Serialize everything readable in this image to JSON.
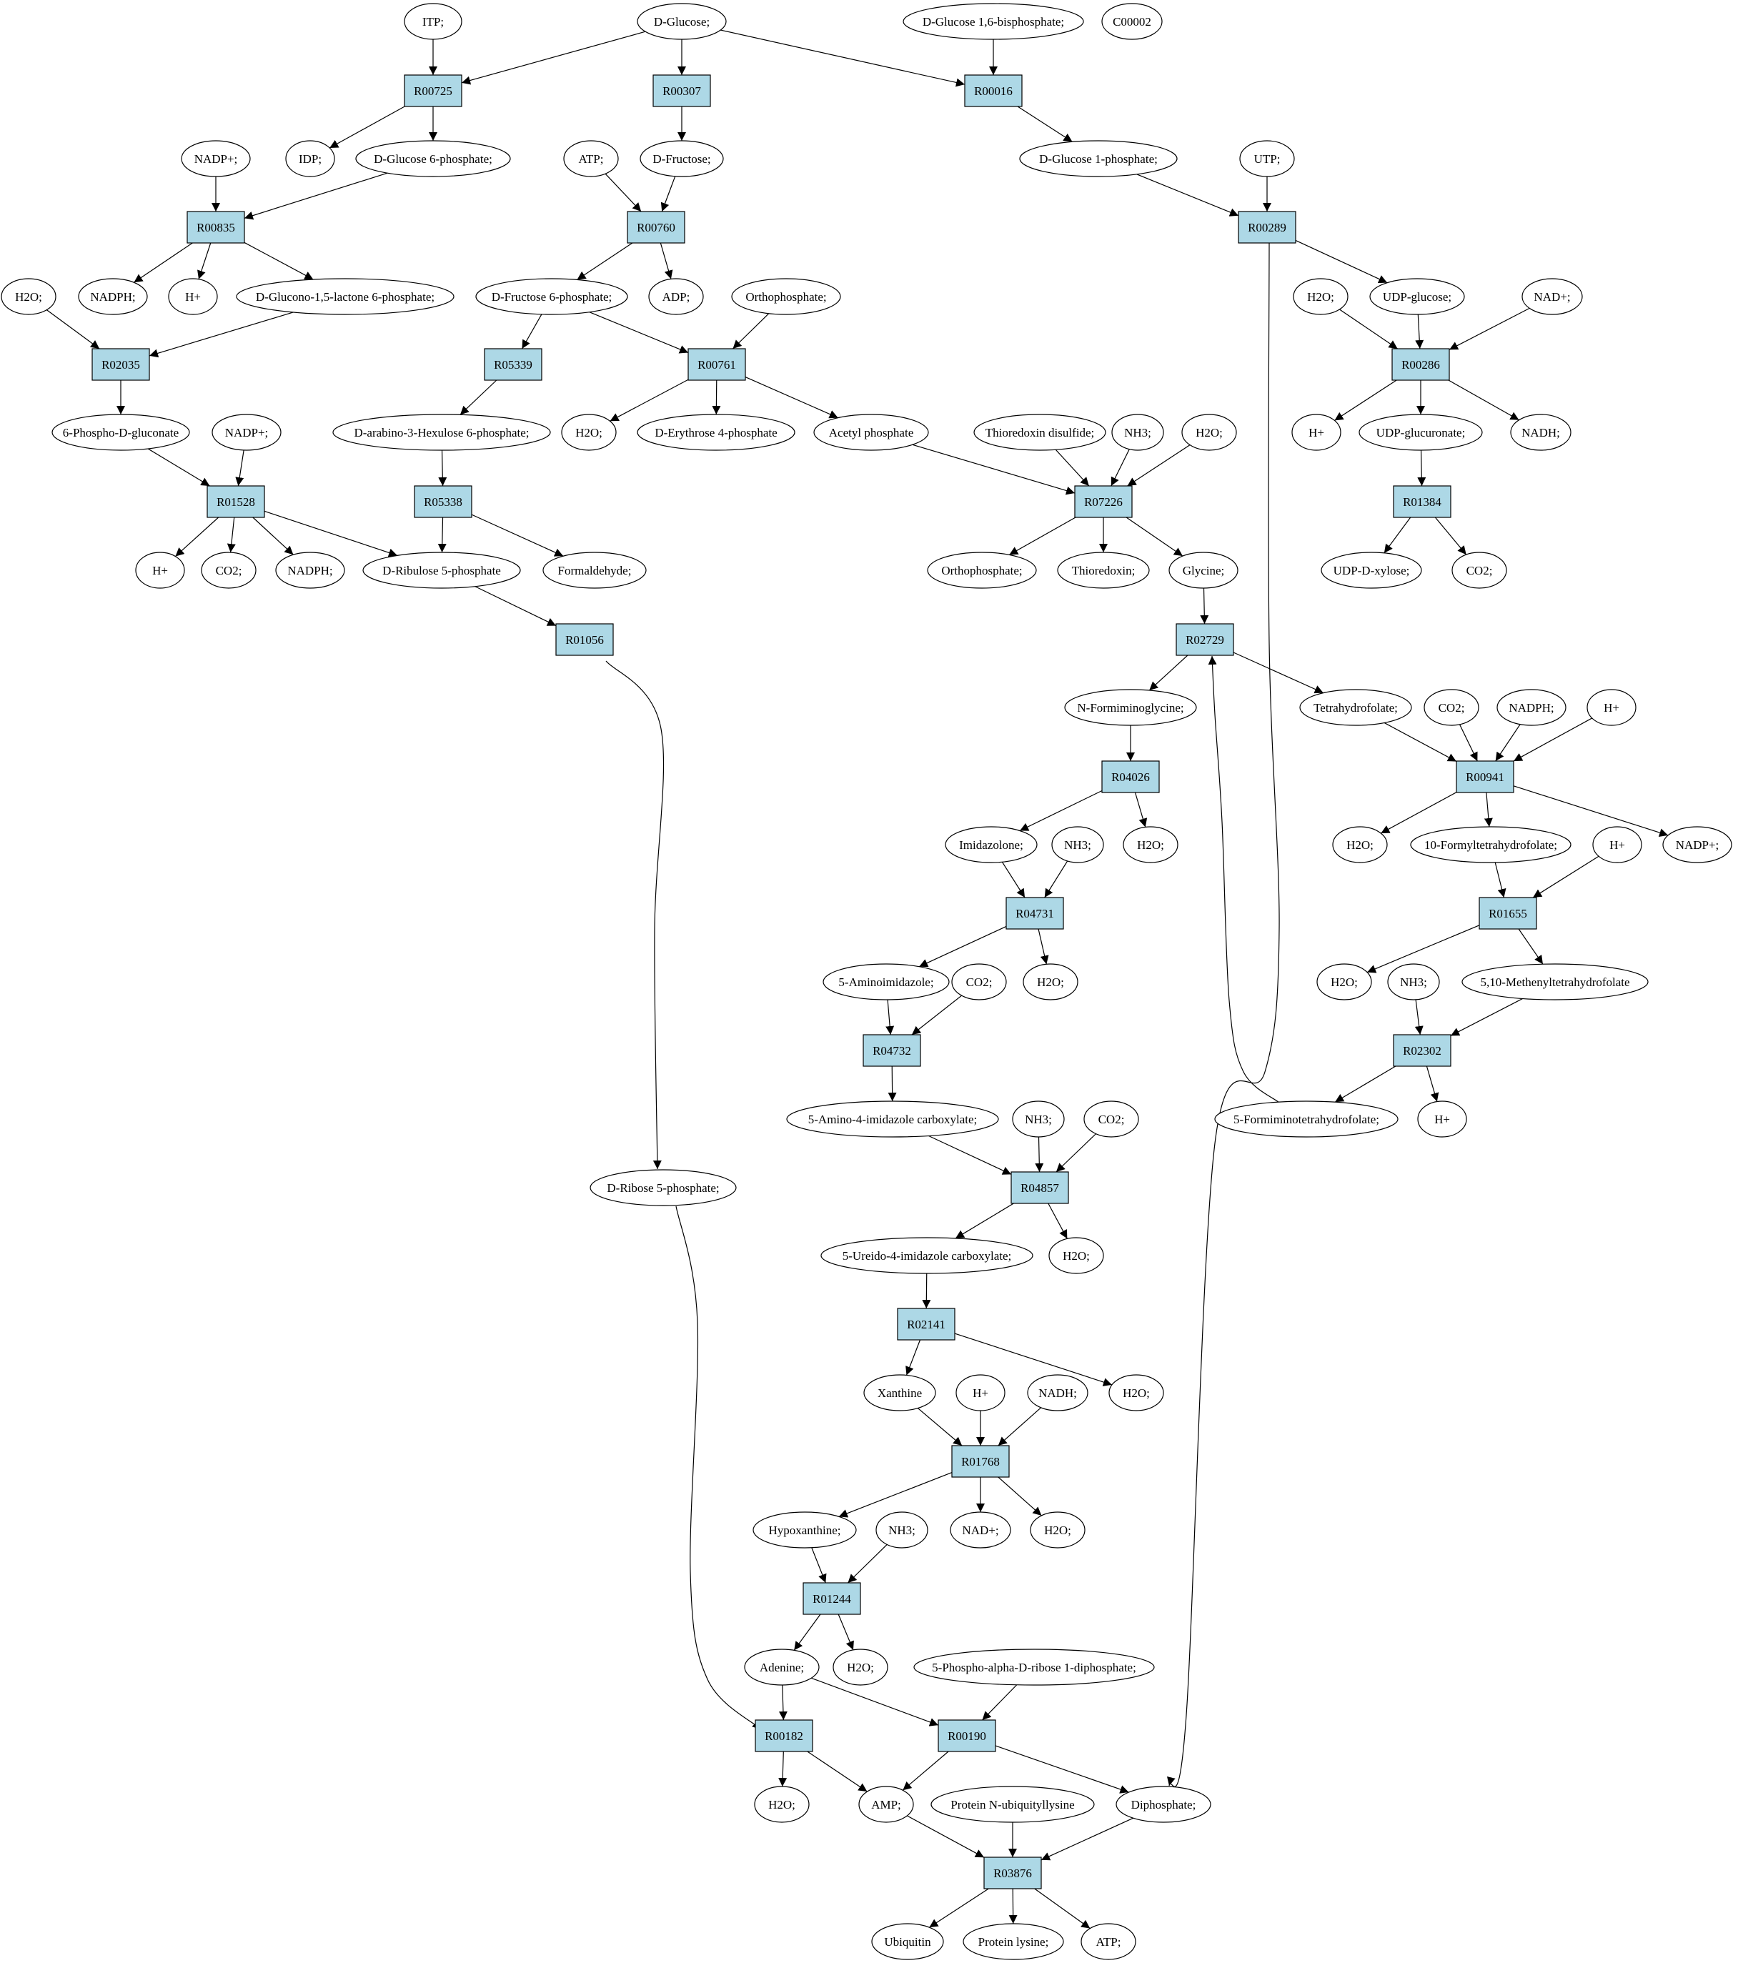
{
  "colors": {
    "start": "#00ff00",
    "highlight": "#ffff00",
    "reaction": "#add8e6",
    "compound": "#ffffff",
    "stroke": "#000000"
  },
  "nodes": [
    {
      "id": "itp",
      "label": "ITP;",
      "kind": "compound"
    },
    {
      "id": "dglc",
      "label": "D-Glucose;",
      "kind": "start"
    },
    {
      "id": "g16bp",
      "label": "D-Glucose 1,6-bisphosphate;",
      "kind": "compound"
    },
    {
      "id": "c00002",
      "label": "C00002",
      "kind": "highlight"
    },
    {
      "id": "R00725",
      "label": "R00725",
      "kind": "reaction"
    },
    {
      "id": "R00307",
      "label": "R00307",
      "kind": "reaction"
    },
    {
      "id": "R00016",
      "label": "R00016",
      "kind": "reaction"
    },
    {
      "id": "nadp1",
      "label": "NADP+;",
      "kind": "compound"
    },
    {
      "id": "idp",
      "label": "IDP;",
      "kind": "compound"
    },
    {
      "id": "g6p",
      "label": "D-Glucose 6-phosphate;",
      "kind": "compound"
    },
    {
      "id": "atp1",
      "label": "ATP;",
      "kind": "compound"
    },
    {
      "id": "dfru",
      "label": "D-Fructose;",
      "kind": "compound"
    },
    {
      "id": "g1p",
      "label": "D-Glucose 1-phosphate;",
      "kind": "compound"
    },
    {
      "id": "utp",
      "label": "UTP;",
      "kind": "compound"
    },
    {
      "id": "R00835",
      "label": "R00835",
      "kind": "reaction"
    },
    {
      "id": "R00760",
      "label": "R00760",
      "kind": "reaction"
    },
    {
      "id": "R00289",
      "label": "R00289",
      "kind": "reaction"
    },
    {
      "id": "h2o1",
      "label": "H2O;",
      "kind": "compound"
    },
    {
      "id": "nadph1",
      "label": "NADPH;",
      "kind": "compound"
    },
    {
      "id": "hp1",
      "label": "H+",
      "kind": "compound"
    },
    {
      "id": "glac",
      "label": "D-Glucono-1,5-lactone 6-phosphate;",
      "kind": "compound"
    },
    {
      "id": "f6p",
      "label": "D-Fructose 6-phosphate;",
      "kind": "compound"
    },
    {
      "id": "adp",
      "label": "ADP;",
      "kind": "compound"
    },
    {
      "id": "pi1",
      "label": "Orthophosphate;",
      "kind": "compound"
    },
    {
      "id": "h2o2",
      "label": "H2O;",
      "kind": "compound"
    },
    {
      "id": "udpglc",
      "label": "UDP-glucose;",
      "kind": "compound"
    },
    {
      "id": "nad1",
      "label": "NAD+;",
      "kind": "compound"
    },
    {
      "id": "R02035",
      "label": "R02035",
      "kind": "reaction"
    },
    {
      "id": "R05339",
      "label": "R05339",
      "kind": "reaction"
    },
    {
      "id": "R00761",
      "label": "R00761",
      "kind": "reaction"
    },
    {
      "id": "R00286",
      "label": "R00286",
      "kind": "reaction"
    },
    {
      "id": "pgluc",
      "label": "6-Phospho-D-gluconate",
      "kind": "compound"
    },
    {
      "id": "nadp2",
      "label": "NADP+;",
      "kind": "compound"
    },
    {
      "id": "ah6p",
      "label": "D-arabino-3-Hexulose 6-phosphate;",
      "kind": "compound"
    },
    {
      "id": "h2o3",
      "label": "H2O;",
      "kind": "compound"
    },
    {
      "id": "e4p",
      "label": "D-Erythrose 4-phosphate",
      "kind": "compound"
    },
    {
      "id": "acp",
      "label": "Acetyl phosphate",
      "kind": "compound"
    },
    {
      "id": "thiods",
      "label": "Thioredoxin disulfide;",
      "kind": "compound"
    },
    {
      "id": "nh3a",
      "label": "NH3;",
      "kind": "compound"
    },
    {
      "id": "h2o4",
      "label": "H2O;",
      "kind": "compound"
    },
    {
      "id": "hp2",
      "label": "H+",
      "kind": "compound"
    },
    {
      "id": "udpgla",
      "label": "UDP-glucuronate;",
      "kind": "compound"
    },
    {
      "id": "nadh1",
      "label": "NADH;",
      "kind": "compound"
    },
    {
      "id": "R01528",
      "label": "R01528",
      "kind": "reaction"
    },
    {
      "id": "R05338",
      "label": "R05338",
      "kind": "reaction"
    },
    {
      "id": "R07226",
      "label": "R07226",
      "kind": "reaction"
    },
    {
      "id": "R01384",
      "label": "R01384",
      "kind": "reaction"
    },
    {
      "id": "hp3",
      "label": "H+",
      "kind": "compound"
    },
    {
      "id": "co2a",
      "label": "CO2;",
      "kind": "compound"
    },
    {
      "id": "nadph2",
      "label": "NADPH;",
      "kind": "compound"
    },
    {
      "id": "ru5p",
      "label": "D-Ribulose 5-phosphate",
      "kind": "compound"
    },
    {
      "id": "hcho",
      "label": "Formaldehyde;",
      "kind": "compound"
    },
    {
      "id": "pi2",
      "label": "Orthophosphate;",
      "kind": "compound"
    },
    {
      "id": "thio",
      "label": "Thioredoxin;",
      "kind": "compound"
    },
    {
      "id": "gly",
      "label": "Glycine;",
      "kind": "compound"
    },
    {
      "id": "udpxyl",
      "label": "UDP-D-xylose;",
      "kind": "compound"
    },
    {
      "id": "co2b",
      "label": "CO2;",
      "kind": "compound"
    },
    {
      "id": "R01056",
      "label": "R01056",
      "kind": "reaction"
    },
    {
      "id": "R02729",
      "label": "R02729",
      "kind": "reaction"
    },
    {
      "id": "nfgly",
      "label": "N-Formiminoglycine;",
      "kind": "compound"
    },
    {
      "id": "thf",
      "label": "Tetrahydrofolate;",
      "kind": "compound"
    },
    {
      "id": "co2c",
      "label": "CO2;",
      "kind": "compound"
    },
    {
      "id": "nadph3",
      "label": "NADPH;",
      "kind": "compound"
    },
    {
      "id": "hp4",
      "label": "H+",
      "kind": "compound"
    },
    {
      "id": "R04026",
      "label": "R04026",
      "kind": "reaction"
    },
    {
      "id": "R00941",
      "label": "R00941",
      "kind": "reaction"
    },
    {
      "id": "imz",
      "label": "Imidazolone;",
      "kind": "compound"
    },
    {
      "id": "nh3b",
      "label": "NH3;",
      "kind": "compound"
    },
    {
      "id": "h2o5",
      "label": "H2O;",
      "kind": "compound"
    },
    {
      "id": "h2o6",
      "label": "H2O;",
      "kind": "compound"
    },
    {
      "id": "fthf",
      "label": "10-Formyltetrahydrofolate;",
      "kind": "compound"
    },
    {
      "id": "hp5",
      "label": "H+",
      "kind": "compound"
    },
    {
      "id": "nadp3",
      "label": "NADP+;",
      "kind": "compound"
    },
    {
      "id": "R04731",
      "label": "R04731",
      "kind": "reaction"
    },
    {
      "id": "R01655",
      "label": "R01655",
      "kind": "reaction"
    },
    {
      "id": "aimz",
      "label": "5-Aminoimidazole;",
      "kind": "compound"
    },
    {
      "id": "co2d",
      "label": "CO2;",
      "kind": "compound"
    },
    {
      "id": "h2o7",
      "label": "H2O;",
      "kind": "compound"
    },
    {
      "id": "h2o8",
      "label": "H2O;",
      "kind": "compound"
    },
    {
      "id": "nh3c",
      "label": "NH3;",
      "kind": "compound"
    },
    {
      "id": "mthf",
      "label": "5,10-Methenyltetrahydrofolate",
      "kind": "compound"
    },
    {
      "id": "R04732",
      "label": "R04732",
      "kind": "reaction"
    },
    {
      "id": "R02302",
      "label": "R02302",
      "kind": "reaction"
    },
    {
      "id": "aica",
      "label": "5-Amino-4-imidazole carboxylate;",
      "kind": "compound"
    },
    {
      "id": "nh3d",
      "label": "NH3;",
      "kind": "compound"
    },
    {
      "id": "co2e",
      "label": "CO2;",
      "kind": "compound"
    },
    {
      "id": "fithf",
      "label": "5-Formiminotetrahydrofolate;",
      "kind": "compound"
    },
    {
      "id": "hp6",
      "label": "H+",
      "kind": "compound"
    },
    {
      "id": "r5p",
      "label": "D-Ribose 5-phosphate;",
      "kind": "compound"
    },
    {
      "id": "R04857",
      "label": "R04857",
      "kind": "reaction"
    },
    {
      "id": "uica",
      "label": "5-Ureido-4-imidazole carboxylate;",
      "kind": "compound"
    },
    {
      "id": "h2o9",
      "label": "H2O;",
      "kind": "compound"
    },
    {
      "id": "R02141",
      "label": "R02141",
      "kind": "reaction"
    },
    {
      "id": "xan",
      "label": "Xanthine",
      "kind": "compound"
    },
    {
      "id": "hp7",
      "label": "H+",
      "kind": "compound"
    },
    {
      "id": "nadh2",
      "label": "NADH;",
      "kind": "compound"
    },
    {
      "id": "h2o10",
      "label": "H2O;",
      "kind": "compound"
    },
    {
      "id": "R01768",
      "label": "R01768",
      "kind": "reaction"
    },
    {
      "id": "hypx",
      "label": "Hypoxanthine;",
      "kind": "compound"
    },
    {
      "id": "nh3e",
      "label": "NH3;",
      "kind": "compound"
    },
    {
      "id": "nad2",
      "label": "NAD+;",
      "kind": "compound"
    },
    {
      "id": "h2o11",
      "label": "H2O;",
      "kind": "compound"
    },
    {
      "id": "R01244",
      "label": "R01244",
      "kind": "reaction"
    },
    {
      "id": "ade",
      "label": "Adenine;",
      "kind": "compound"
    },
    {
      "id": "h2o12",
      "label": "H2O;",
      "kind": "compound"
    },
    {
      "id": "prpp",
      "label": "5-Phospho-alpha-D-ribose 1-diphosphate;",
      "kind": "compound"
    },
    {
      "id": "R00182",
      "label": "R00182",
      "kind": "reaction"
    },
    {
      "id": "R00190",
      "label": "R00190",
      "kind": "reaction"
    },
    {
      "id": "h2o13",
      "label": "H2O;",
      "kind": "compound"
    },
    {
      "id": "amp",
      "label": "AMP;",
      "kind": "compound"
    },
    {
      "id": "pnubl",
      "label": "Protein N-ubiquityllysine",
      "kind": "compound"
    },
    {
      "id": "ppi",
      "label": "Diphosphate;",
      "kind": "compound"
    },
    {
      "id": "R03876",
      "label": "R03876",
      "kind": "reaction"
    },
    {
      "id": "ubq",
      "label": "Ubiquitin",
      "kind": "compound"
    },
    {
      "id": "plys",
      "label": "Protein lysine;",
      "kind": "compound"
    },
    {
      "id": "atp2",
      "label": "ATP;",
      "kind": "compound"
    }
  ],
  "edges": [
    [
      "itp",
      "R00725"
    ],
    [
      "dglc",
      "R00725"
    ],
    [
      "dglc",
      "R00307"
    ],
    [
      "dglc",
      "R00016"
    ],
    [
      "g16bp",
      "R00016"
    ],
    [
      "R00725",
      "idp"
    ],
    [
      "R00725",
      "g6p"
    ],
    [
      "R00307",
      "dfru"
    ],
    [
      "R00016",
      "g1p"
    ],
    [
      "nadp1",
      "R00835"
    ],
    [
      "g6p",
      "R00835"
    ],
    [
      "atp1",
      "R00760"
    ],
    [
      "dfru",
      "R00760"
    ],
    [
      "g1p",
      "R00289"
    ],
    [
      "utp",
      "R00289"
    ],
    [
      "R00835",
      "nadph1"
    ],
    [
      "R00835",
      "hp1"
    ],
    [
      "R00835",
      "glac"
    ],
    [
      "R00760",
      "f6p"
    ],
    [
      "R00760",
      "adp"
    ],
    [
      "R00289",
      "udpglc"
    ],
    [
      "R00289",
      "ppi"
    ],
    [
      "h2o1",
      "R02035"
    ],
    [
      "glac",
      "R02035"
    ],
    [
      "f6p",
      "R05339"
    ],
    [
      "f6p",
      "R00761"
    ],
    [
      "pi1",
      "R00761"
    ],
    [
      "h2o2",
      "R00286"
    ],
    [
      "udpglc",
      "R00286"
    ],
    [
      "nad1",
      "R00286"
    ],
    [
      "R02035",
      "pgluc"
    ],
    [
      "R05339",
      "ah6p"
    ],
    [
      "R00761",
      "h2o3"
    ],
    [
      "R00761",
      "e4p"
    ],
    [
      "R00761",
      "acp"
    ],
    [
      "R00286",
      "hp2"
    ],
    [
      "R00286",
      "udpgla"
    ],
    [
      "R00286",
      "nadh1"
    ],
    [
      "pgluc",
      "R01528"
    ],
    [
      "nadp2",
      "R01528"
    ],
    [
      "ah6p",
      "R05338"
    ],
    [
      "acp",
      "R07226"
    ],
    [
      "thiods",
      "R07226"
    ],
    [
      "nh3a",
      "R07226"
    ],
    [
      "h2o4",
      "R07226"
    ],
    [
      "udpgla",
      "R01384"
    ],
    [
      "R01528",
      "hp3"
    ],
    [
      "R01528",
      "co2a"
    ],
    [
      "R01528",
      "nadph2"
    ],
    [
      "R01528",
      "ru5p"
    ],
    [
      "R05338",
      "ru5p"
    ],
    [
      "R05338",
      "hcho"
    ],
    [
      "R07226",
      "pi2"
    ],
    [
      "R07226",
      "thio"
    ],
    [
      "R07226",
      "gly"
    ],
    [
      "R01384",
      "udpxyl"
    ],
    [
      "R01384",
      "co2b"
    ],
    [
      "ru5p",
      "R01056"
    ],
    [
      "R01056",
      "r5p"
    ],
    [
      "gly",
      "R02729"
    ],
    [
      "fithf",
      "R02729"
    ],
    [
      "R02729",
      "nfgly"
    ],
    [
      "R02729",
      "thf"
    ],
    [
      "thf",
      "R00941"
    ],
    [
      "co2c",
      "R00941"
    ],
    [
      "nadph3",
      "R00941"
    ],
    [
      "hp4",
      "R00941"
    ],
    [
      "nfgly",
      "R04026"
    ],
    [
      "R04026",
      "imz"
    ],
    [
      "R04026",
      "h2o5"
    ],
    [
      "R00941",
      "h2o6"
    ],
    [
      "R00941",
      "fthf"
    ],
    [
      "R00941",
      "nadp3"
    ],
    [
      "imz",
      "R04731"
    ],
    [
      "nh3b",
      "R04731"
    ],
    [
      "fthf",
      "R01655"
    ],
    [
      "hp5",
      "R01655"
    ],
    [
      "R04731",
      "aimz"
    ],
    [
      "R04731",
      "h2o7"
    ],
    [
      "R01655",
      "h2o8"
    ],
    [
      "R01655",
      "mthf"
    ],
    [
      "aimz",
      "R04732"
    ],
    [
      "co2d",
      "R04732"
    ],
    [
      "nh3c",
      "R02302"
    ],
    [
      "mthf",
      "R02302"
    ],
    [
      "R04732",
      "aica"
    ],
    [
      "R02302",
      "fithf"
    ],
    [
      "R02302",
      "hp6"
    ],
    [
      "aica",
      "R04857"
    ],
    [
      "nh3d",
      "R04857"
    ],
    [
      "co2e",
      "R04857"
    ],
    [
      "R04857",
      "uica"
    ],
    [
      "R04857",
      "h2o9"
    ],
    [
      "uica",
      "R02141"
    ],
    [
      "R02141",
      "xan"
    ],
    [
      "R02141",
      "h2o10"
    ],
    [
      "xan",
      "R01768"
    ],
    [
      "hp7",
      "R01768"
    ],
    [
      "nadh2",
      "R01768"
    ],
    [
      "R01768",
      "hypx"
    ],
    [
      "R01768",
      "nad2"
    ],
    [
      "R01768",
      "h2o11"
    ],
    [
      "hypx",
      "R01244"
    ],
    [
      "nh3e",
      "R01244"
    ],
    [
      "R01244",
      "ade"
    ],
    [
      "R01244",
      "h2o12"
    ],
    [
      "r5p",
      "R00182"
    ],
    [
      "ade",
      "R00182"
    ],
    [
      "ade",
      "R00190"
    ],
    [
      "prpp",
      "R00190"
    ],
    [
      "R00182",
      "h2o13"
    ],
    [
      "R00182",
      "amp"
    ],
    [
      "R00190",
      "amp"
    ],
    [
      "R00190",
      "ppi"
    ],
    [
      "amp",
      "R03876"
    ],
    [
      "pnubl",
      "R03876"
    ],
    [
      "ppi",
      "R03876"
    ],
    [
      "R03876",
      "ubq"
    ],
    [
      "R03876",
      "plys"
    ],
    [
      "R03876",
      "atp2"
    ]
  ]
}
